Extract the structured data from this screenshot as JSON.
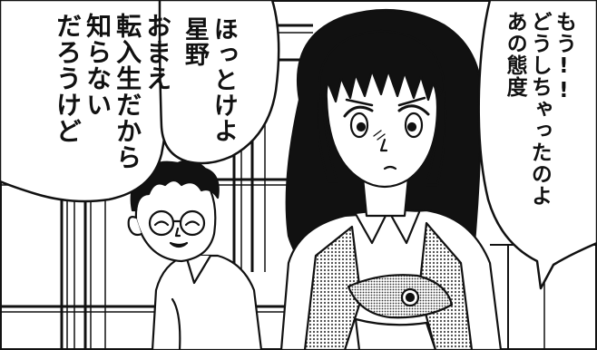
{
  "bubbles": {
    "left": "おまえ\n転入生だから\n知らない\nだろうけど",
    "middle": "ほっとけよ\n星野",
    "right": "もう!!\nどうしちゃったのよ\nあの態度"
  },
  "colors": {
    "ink": "#111111",
    "paper": "#ffffff",
    "screentone": "#9a9a9a"
  }
}
